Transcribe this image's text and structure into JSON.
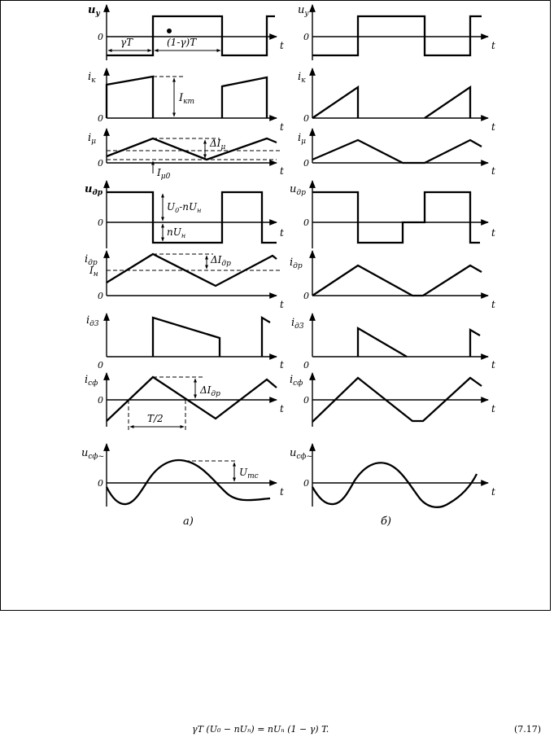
{
  "panels": [
    {
      "id": "a",
      "label": "а)"
    },
    {
      "id": "b",
      "label": "б)"
    }
  ],
  "symbols": {
    "t": "t",
    "zero": "0",
    "u_y": "u",
    "u_y_sub": "у",
    "i_k": "i",
    "i_k_sub": "к",
    "i_mu": "i",
    "i_mu_sub": "μ",
    "u_dr": "u",
    "u_dr_sub": "др",
    "i_dr": "i",
    "i_dr_sub": "др",
    "i_d3": "i",
    "i_d3_sub": "д3",
    "i_sf": "i",
    "i_sf_sub": "сф",
    "u_sf": "u",
    "u_sf_sub": "сф~"
  },
  "annotations": {
    "gamma_T": "γT",
    "one_minus_gamma_T": "(1-γ)T",
    "I_km": "I",
    "I_km_sub": "кm",
    "delta_I_mu": "ΔI",
    "delta_I_mu_sub": "μ",
    "I_mu0": "I",
    "I_mu0_sub": "μ0",
    "U0_minus_nUn": "U",
    "U0_minus_nUn_sub": "0",
    "U0_minus_nUn_rest": "-nU",
    "U0_minus_nUn_sub2": "н",
    "nUn": "nU",
    "nUn_sub": "н",
    "delta_I_dr": "ΔI",
    "delta_I_dr_sub": "др",
    "I_n": "I",
    "I_n_sub": "н",
    "delta_I_dr2": "ΔI",
    "delta_I_dr2_sub": "др",
    "T_half": "T/2",
    "U_mc": "U",
    "U_mc_sub": "mc"
  },
  "equation": "γT (U₀ − nUₙ) = nUₙ (1 − γ) T.",
  "equation_number": "(7.17)"
}
